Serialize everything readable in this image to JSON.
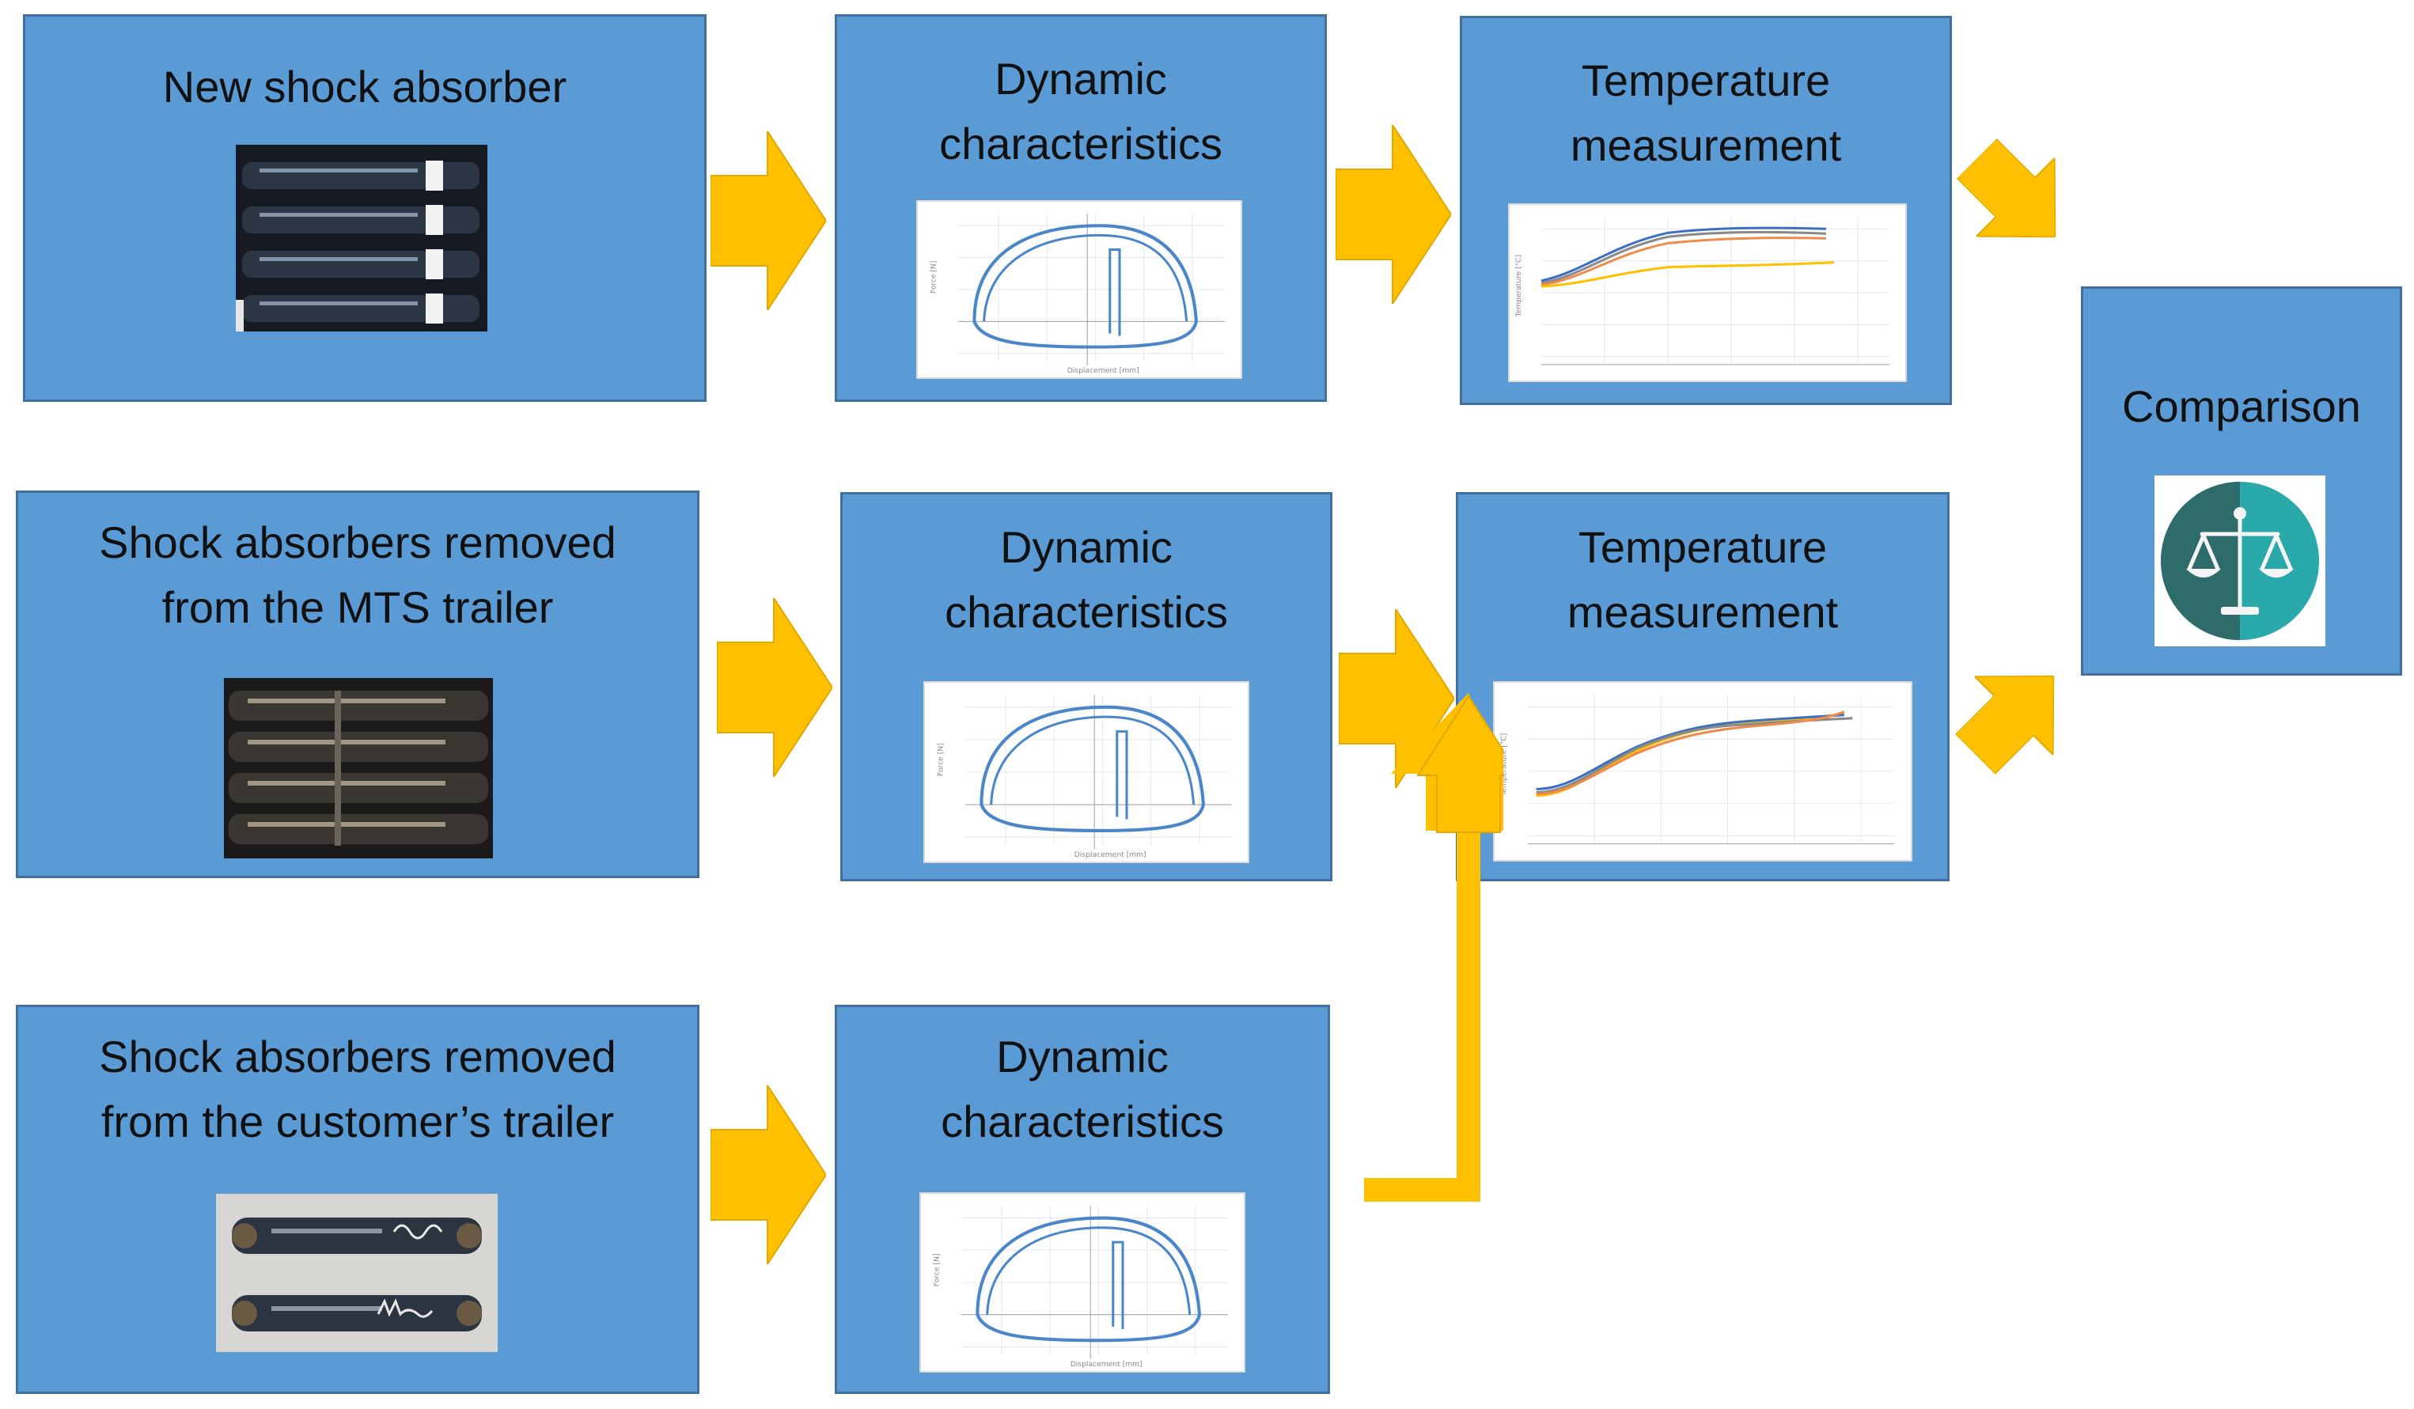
{
  "rows": [
    {
      "source": {
        "title": "New shock absorber",
        "photo_icon": "stacked-shock-absorbers-photo"
      },
      "dynamic": {
        "title": "Dynamic\ncharacteristics",
        "chart_icon": "force-velocity-loop-chart"
      },
      "temperature": {
        "title": "Temperature\nmeasurement",
        "chart_icon": "temperature-curves-chart"
      }
    },
    {
      "source": {
        "title": "Shock absorbers removed\nfrom the MTS trailer",
        "photo_icon": "stacked-shock-absorbers-photo"
      },
      "dynamic": {
        "title": "Dynamic\ncharacteristics",
        "chart_icon": "force-velocity-loop-chart"
      },
      "temperature": {
        "title": "Temperature\nmeasurement",
        "chart_icon": "temperature-curves-chart"
      }
    },
    {
      "source": {
        "title": "Shock absorbers removed\nfrom the customer’s trailer",
        "photo_icon": "two-shock-absorbers-photo"
      },
      "dynamic": {
        "title": "Dynamic\ncharacteristics",
        "chart_icon": "force-velocity-loop-chart"
      }
    }
  ],
  "comparison": {
    "title": "Comparison",
    "icon": "scales-icon"
  },
  "colors": {
    "box_fill": "#5b9bd5",
    "box_border": "#41719c",
    "arrow": "#ffc000",
    "curve": "#4a86c8",
    "scales_dark": "#2e6b6b",
    "scales_light": "#29a9a9"
  }
}
